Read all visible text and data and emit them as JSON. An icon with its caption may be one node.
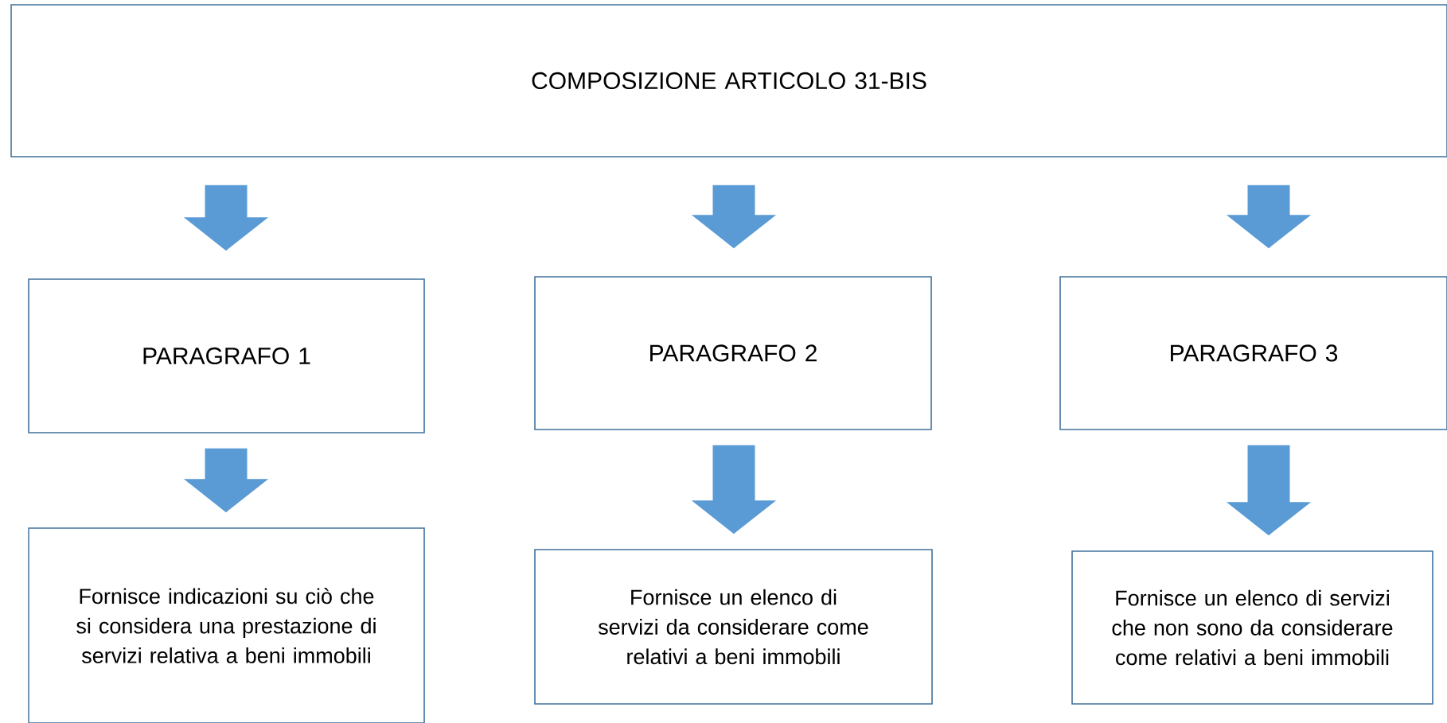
{
  "diagram": {
    "nodes": [
      {
        "text": [
          "COMPOSIZIONE ARTICOLO 31-BIS"
        ]
      },
      {
        "text": [
          "PARAGRAFO 1"
        ]
      },
      {
        "text": [
          "PARAGRAFO 2"
        ]
      },
      {
        "text": [
          "PARAGRAFO 3"
        ]
      },
      {
        "text": [
          "Fornisce indicazioni su ciò che si considera una prestazione di servizi relativa a beni immobili"
        ]
      },
      {
        "text": [
          "Fornisce un elenco di servizi da considerare come relativi a beni immobili"
        ]
      },
      {
        "text": [
          "Fornisce un elenco di servizi che non sono da considerare come relativi a beni immobili"
        ]
      }
    ],
    "edges": [
      {
        "from": 0,
        "to": 1,
        "arrow": "to"
      },
      {
        "from": 0,
        "to": 2,
        "arrow": "to"
      },
      {
        "from": 0,
        "to": 3,
        "arrow": "to"
      },
      {
        "from": 1,
        "to": 4,
        "arrow": "to"
      },
      {
        "from": 2,
        "to": 5,
        "arrow": "to"
      },
      {
        "from": 3,
        "to": 6,
        "arrow": "to"
      }
    ]
  }
}
